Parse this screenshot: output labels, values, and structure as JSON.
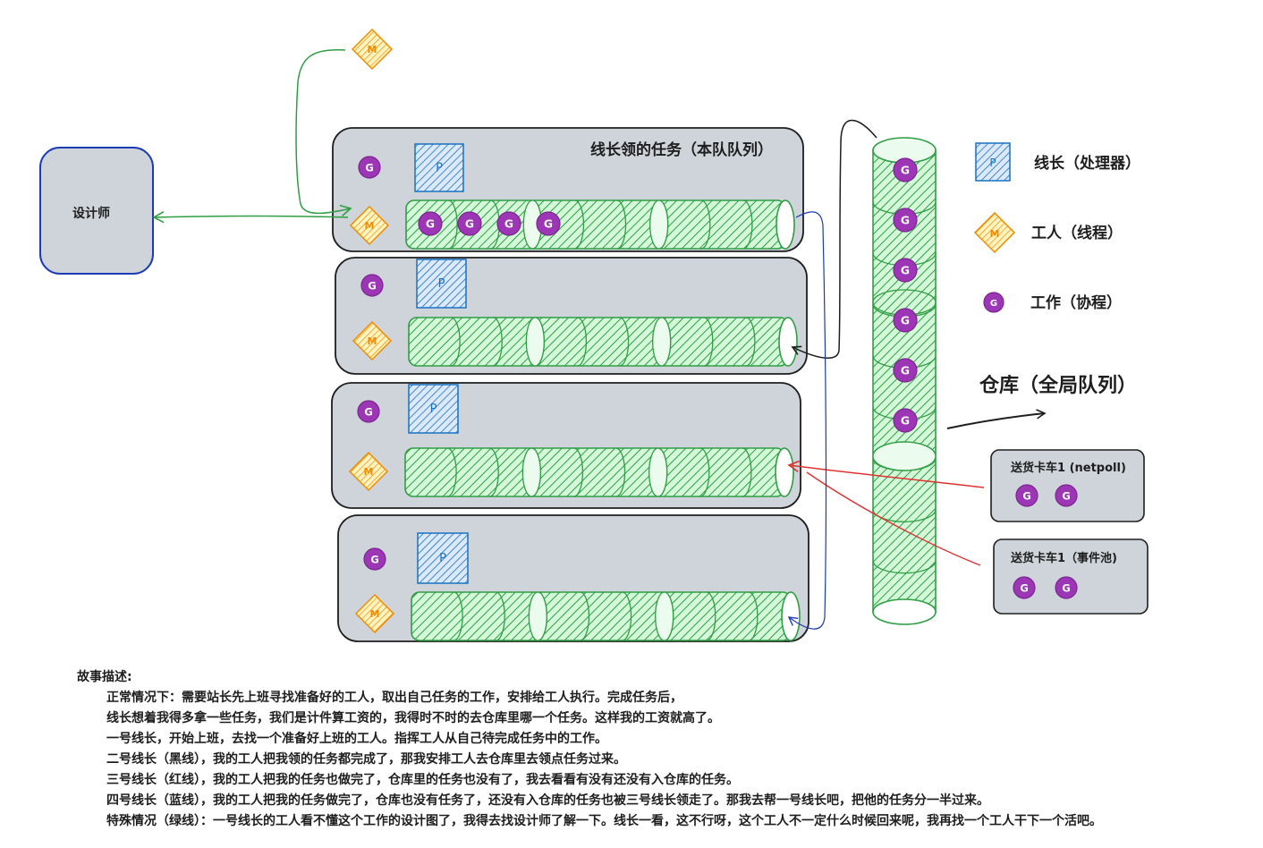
{
  "designer": {
    "label": "设计师"
  },
  "processor_box_title": "线长领的任务（本队队列）",
  "icons": {
    "processor_letter": "P",
    "worker_letter": "M",
    "goroutine_letter": "G"
  },
  "legend": [
    {
      "icon": "processor-icon",
      "label": "线长（处理器）"
    },
    {
      "icon": "worker-icon",
      "label": "工人（线程）"
    },
    {
      "icon": "goroutine-icon",
      "label": "工作（协程）"
    }
  ],
  "global_queue": {
    "label": "仓库（全局队列）",
    "goroutine_count": 6
  },
  "trucks": [
    {
      "label": "送货卡车1 (netpoll)",
      "goroutine_count": 2
    },
    {
      "label": "送货卡车1（事件池)",
      "goroutine_count": 2
    }
  ],
  "queues": [
    {
      "local_goroutines": 4
    },
    {
      "local_goroutines": 0
    },
    {
      "local_goroutines": 0
    },
    {
      "local_goroutines": 0
    }
  ],
  "colors": {
    "panel_fill": "#ced4da",
    "queue_green": "#2f9e44",
    "goroutine_purple": "#9c36b5",
    "processor_blue": "#1971c2",
    "worker_orange": "#f08c00",
    "black_line": "#1e1e1e",
    "red_line": "#e03131",
    "blue_line": "#1c3bb5",
    "green_line": "#2f9e44"
  },
  "story": {
    "title": "故事描述:",
    "lines": [
      "正常情况下：需要站长先上班寻找准备好的工人，取出自己任务的工作，安排给工人执行。完成任务后，",
      "线长想着我得多拿一些任务，我们是计件算工资的，我得时不时的去仓库里哪一个任务。这样我的工资就高了。",
      "一号线长，开始上班，去找一个准备好上班的工人。指挥工人从自己待完成任务中的工作。",
      "二号线长（黑线），我的工人把我领的任务都完成了，那我安排工人去仓库里去领点任务过来。",
      "三号线长（红线），我的工人把我的任务也做完了，仓库里的任务也没有了，我去看看有没有还没有入仓库的任务。",
      "四号线长（蓝线），我的工人把我的任务做完了，仓库也没有任务了，还没有入仓库的任务也被三号线长领走了。那我去帮一号线长吧，把他的任务分一半过来。",
      "特殊情况（绿线）：一号线长的工人看不懂这个工作的设计图了，我得去找设计师了解一下。线长一看，这不行呀，这个工人不一定什么时候回来呢，我再找一个工人干下一个活吧。"
    ]
  }
}
